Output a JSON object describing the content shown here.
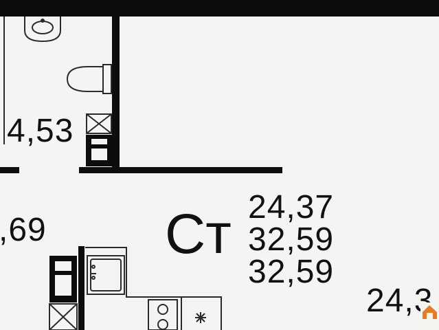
{
  "labels": {
    "bath_area": "4,53",
    "left_area": ",69",
    "room_code": "Ст",
    "area_1": "24,37",
    "area_2": "32,59",
    "area_3": "32,59",
    "right_area": "24,3"
  },
  "colors": {
    "wall": "#0d0d0d",
    "fixture_line": "#2a2a2a",
    "background": "#f4f4f2",
    "logo_accent": "#e87b1e"
  },
  "icons": [
    "sink-icon",
    "toilet-icon",
    "ventilation-shaft-icon",
    "stove-icon",
    "kitchen-sink-icon",
    "cabinet-icon",
    "logo-icon"
  ]
}
